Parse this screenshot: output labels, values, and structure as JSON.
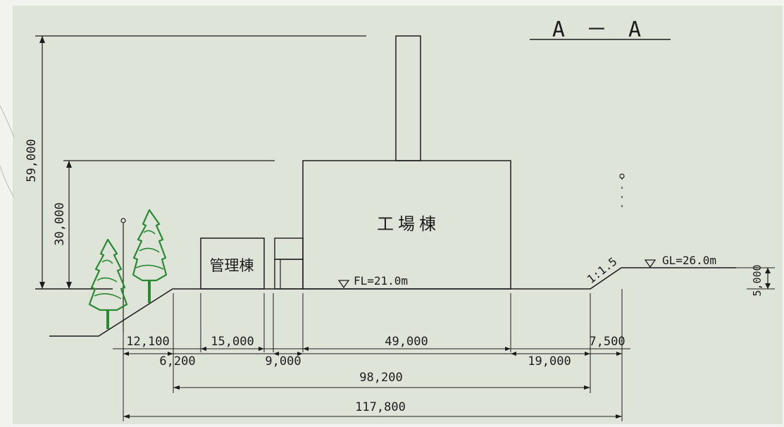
{
  "title": "A － A",
  "buildings": {
    "factory": "工場棟",
    "admin": "管理棟"
  },
  "levels": {
    "floor": "FL=21.0m",
    "ground": "GL=26.0m",
    "slope": "1:1.5"
  },
  "vertical_dims": {
    "total_height": "59,000",
    "factory_height": "30,000",
    "ground_step": "5,000"
  },
  "horizontal_dims": {
    "row1": [
      "12,100",
      "15,000",
      "49,000",
      "7,500"
    ],
    "row2": [
      "6,200",
      "9,000",
      "19,000"
    ],
    "row3": "98,200",
    "row4": "117,800"
  },
  "colors": {
    "paper": "#dfe4d8",
    "line": "#1c1c1c",
    "tree": "#2a8a34",
    "trunk": "#2a8a34"
  }
}
